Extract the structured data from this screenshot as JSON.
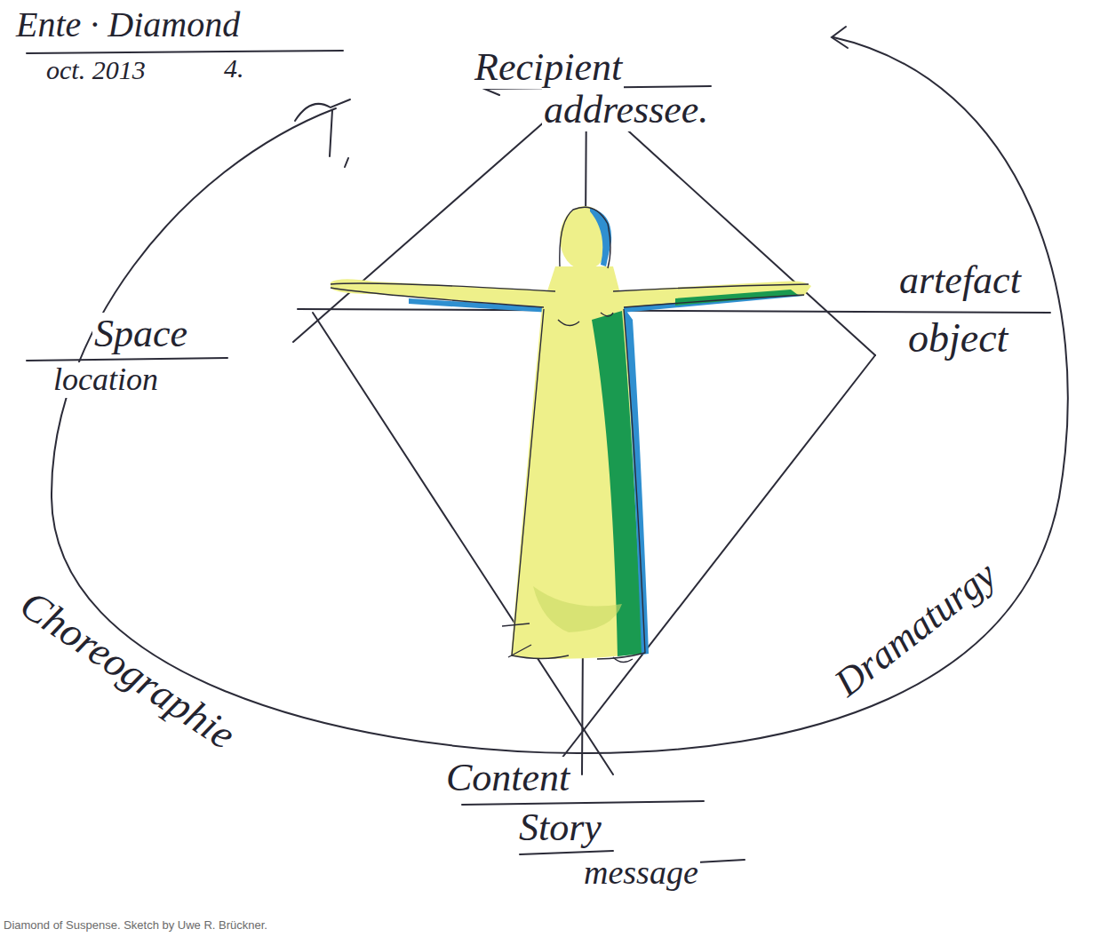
{
  "diagram": {
    "title": "Ente · Diamond",
    "caption": "Diamond of Suspense. Sketch by Uwe R. Brückner.",
    "labels": [
      "oct. 2013",
      "4.",
      "Recipient",
      "addressee.",
      "artefact",
      "object",
      "Space",
      "location",
      "Choreographie",
      "Dramaturgy",
      "Content",
      "Story",
      "message"
    ]
  }
}
